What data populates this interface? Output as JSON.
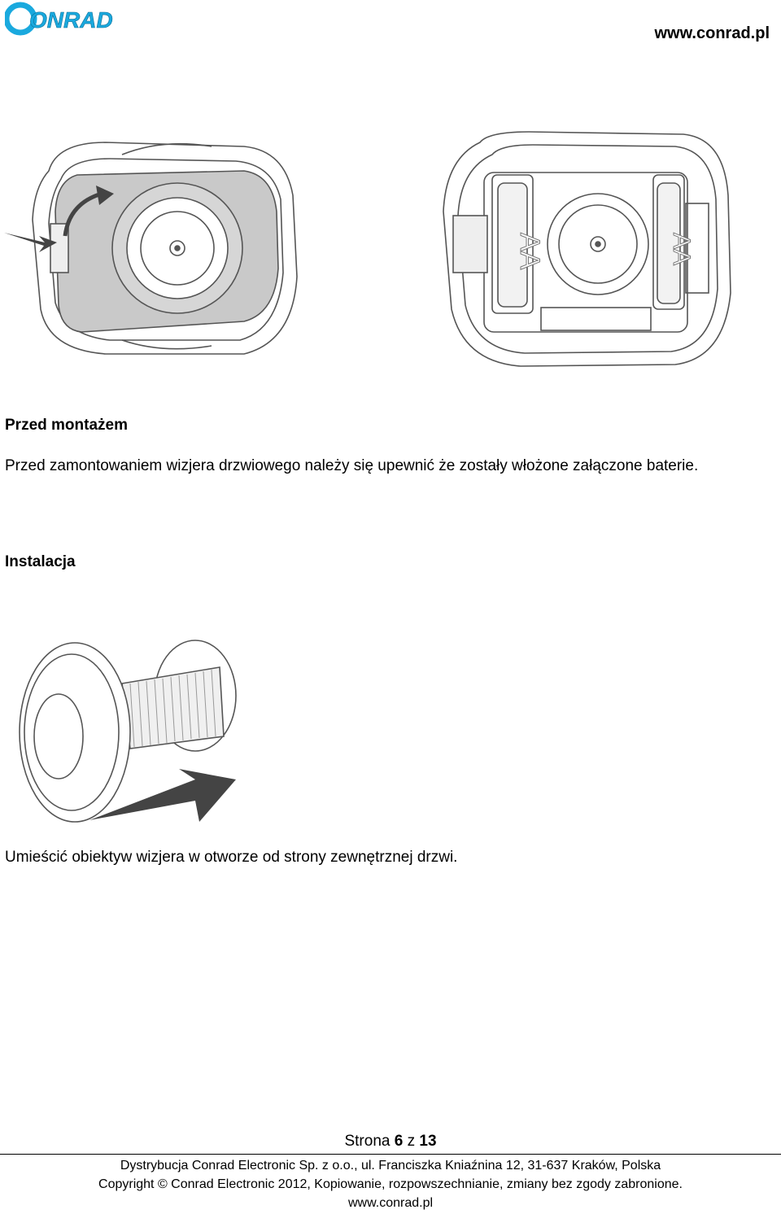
{
  "header": {
    "logo_text": "CONRAD",
    "site_url": "www.conrad.pl"
  },
  "figure_top": {
    "battery_label_left": "AA",
    "battery_label_right": "AA"
  },
  "section1": {
    "heading": "Przed montażem",
    "paragraph": "Przed zamontowaniem wizjera drzwiowego należy się upewnić że zostały włożone załączone baterie."
  },
  "section2": {
    "heading": "Instalacja",
    "caption": "Umieścić obiektyw wizjera w otworze od strony zewnętrznej drzwi."
  },
  "footer": {
    "page_prefix": "Strona ",
    "page_current": "6",
    "page_sep": " z ",
    "page_total": "13",
    "line1": "Dystrybucja Conrad Electronic Sp. z o.o., ul. Franciszka Kniaźnina 12, 31-637 Kraków, Polska",
    "line2": "Copyright © Conrad Electronic 2012, Kopiowanie, rozpowszechnianie, zmiany bez zgody zabronione.",
    "line3": "www.conrad.pl"
  },
  "colors": {
    "brand": "#1aa9de",
    "line": "#555555",
    "cover": "#c9c9c9"
  }
}
